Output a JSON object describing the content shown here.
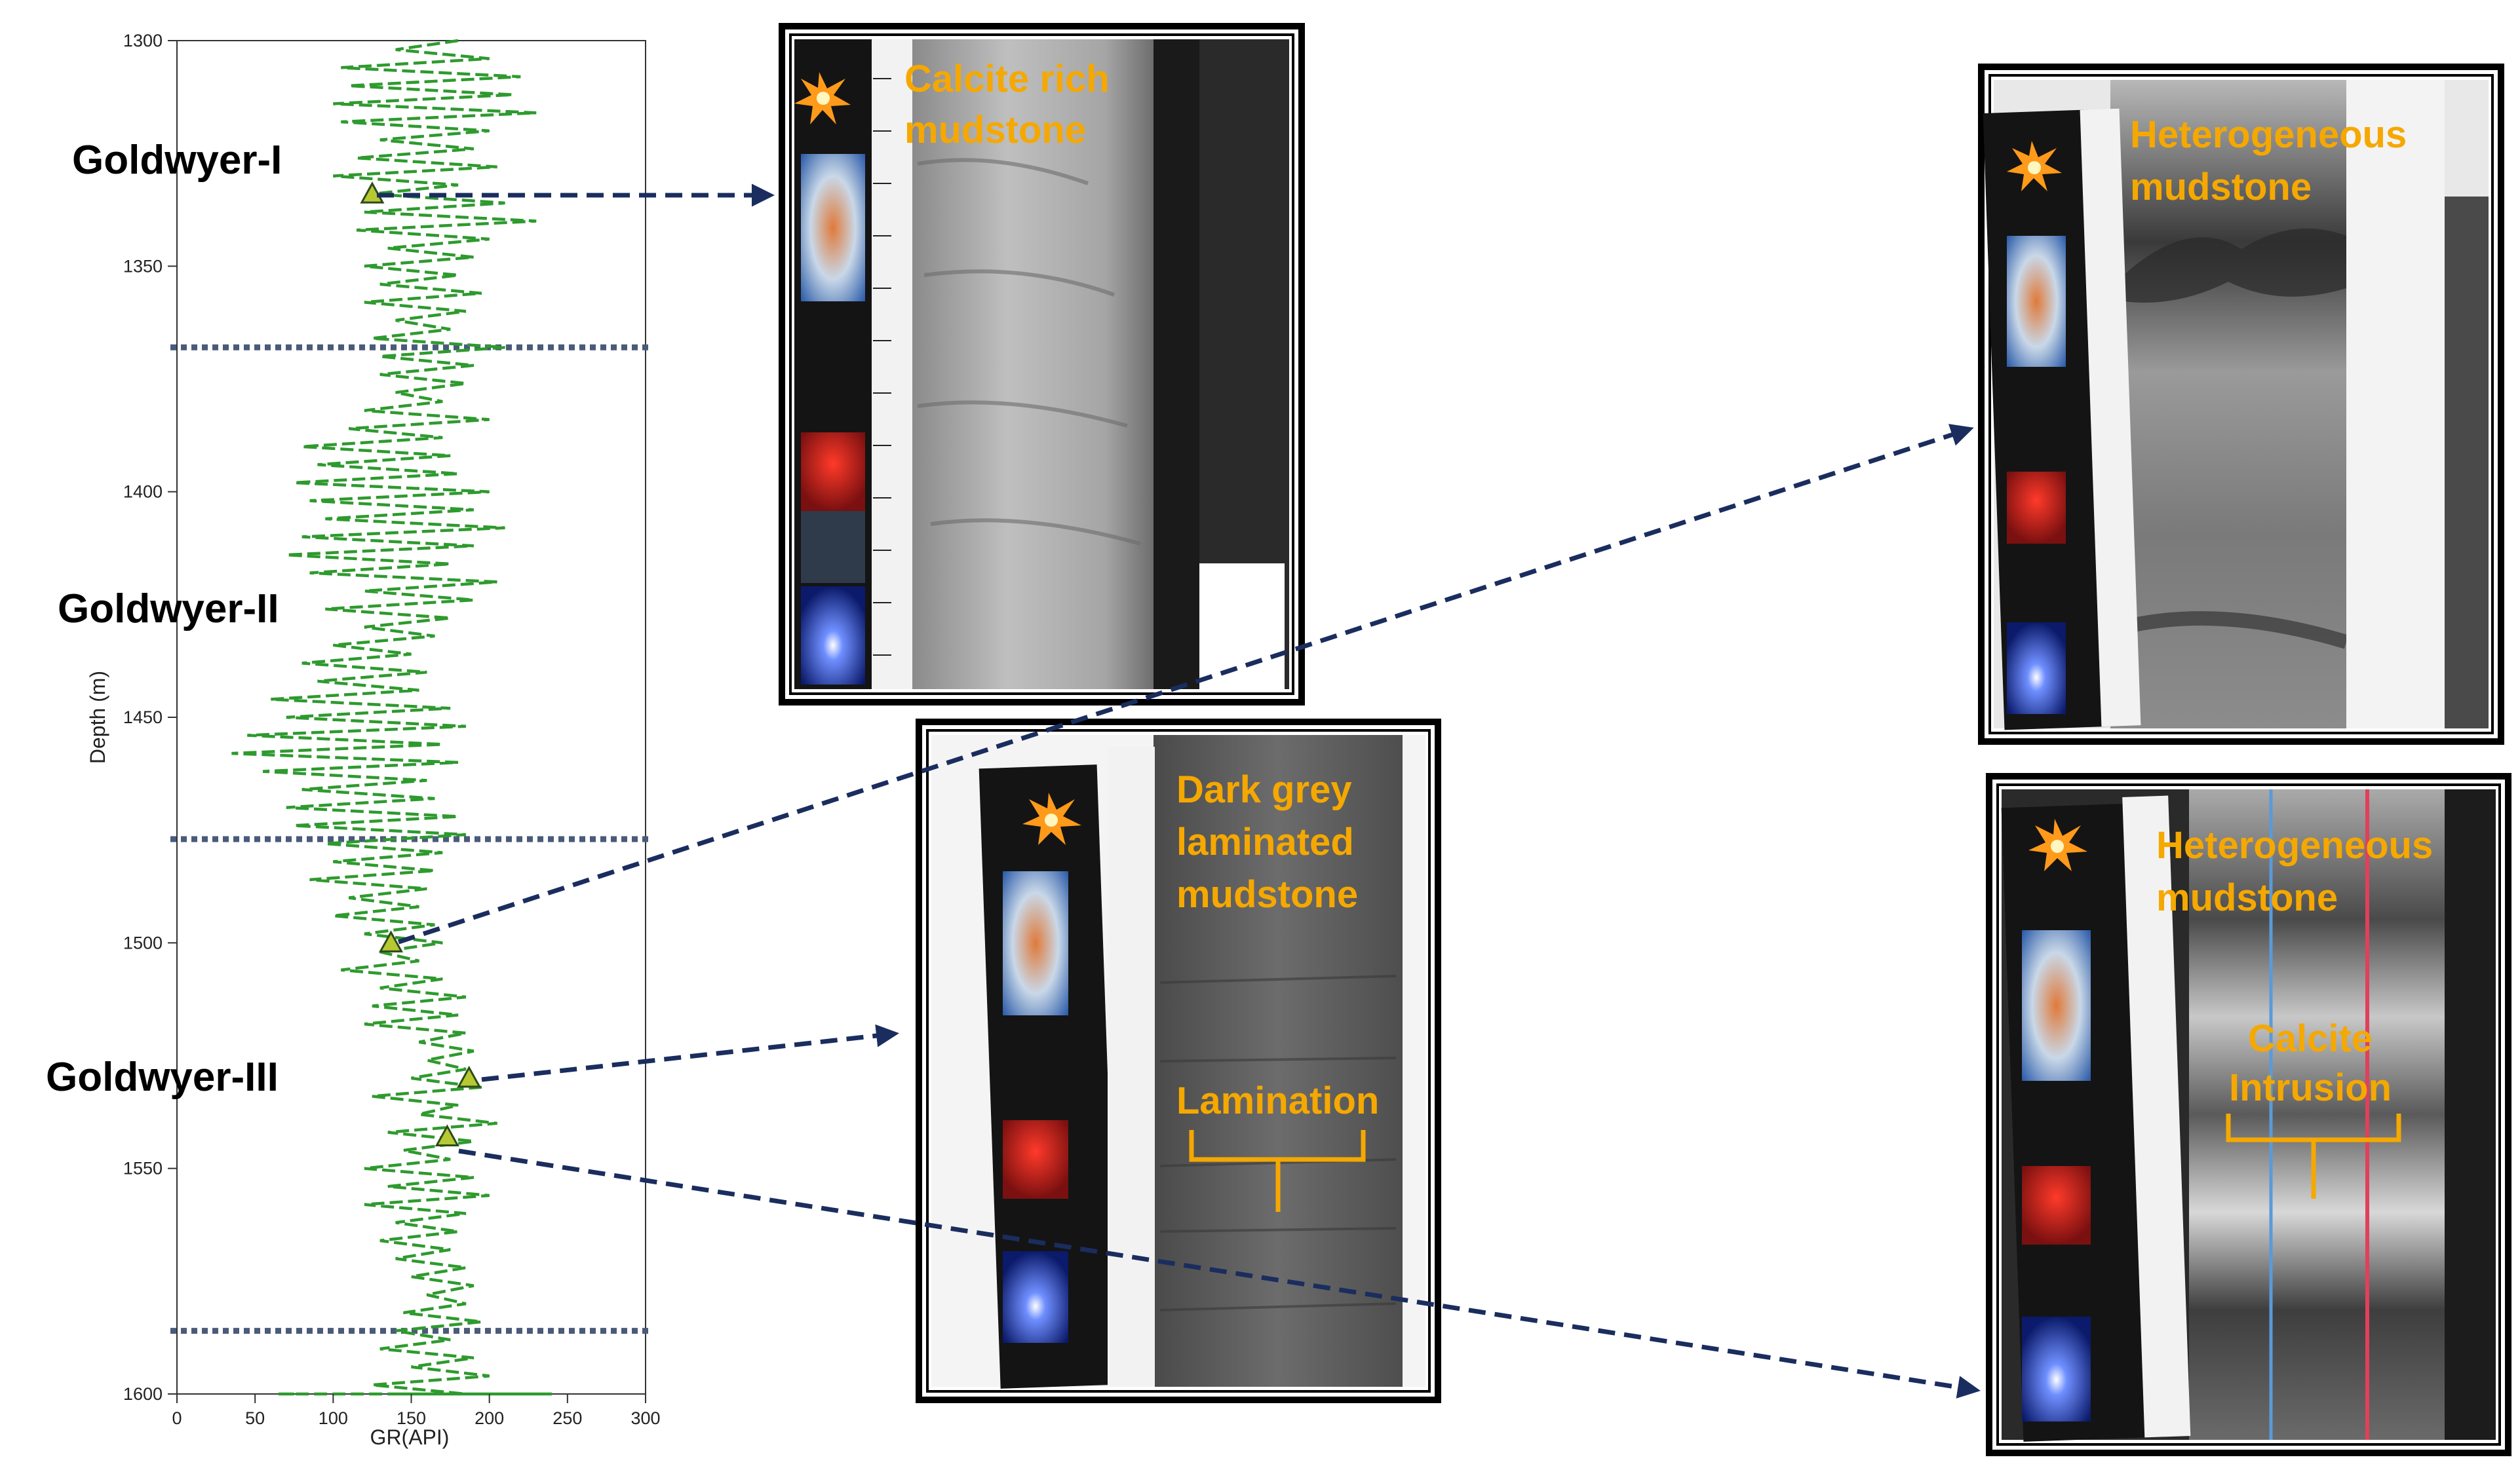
{
  "chart_data": {
    "type": "line",
    "xlabel": "GR(API)",
    "ylabel": "Depth (m)",
    "xlim": [
      0,
      300
    ],
    "ylim": [
      1300,
      1600
    ],
    "y_inverted": true,
    "x_ticks": [
      0,
      50,
      100,
      150,
      200,
      250,
      300
    ],
    "y_ticks": [
      1300,
      1350,
      1400,
      1450,
      1500,
      1550,
      1600
    ],
    "grid": false,
    "line_color": "#2e9a2e",
    "line_style": "dashed",
    "formation_boundaries": [
      1368,
      1477,
      1586
    ],
    "boundary_color": "#4a5a7a",
    "samples": [
      {
        "gr": 125,
        "depth": 1334
      },
      {
        "gr": 137,
        "depth": 1500
      },
      {
        "gr": 187,
        "depth": 1530
      },
      {
        "gr": 173,
        "depth": 1543
      }
    ],
    "series": [
      {
        "x": [
          180,
          140,
          200,
          105,
          220,
          110,
          215,
          100,
          230,
          105,
          200,
          130,
          190,
          115,
          205,
          100,
          180,
          125,
          210,
          120,
          230,
          115,
          200,
          135,
          190,
          120,
          180,
          130,
          195,
          120,
          185,
          140,
          175,
          125,
          210,
          130,
          190,
          130,
          185,
          140,
          170,
          120,
          200,
          110,
          170,
          80,
          175,
          90,
          180,
          75,
          200,
          85,
          190,
          95,
          210,
          80,
          190,
          70,
          175,
          85,
          205,
          120,
          190,
          95,
          175,
          120,
          165,
          100,
          150,
          80,
          160,
          90,
          155,
          60,
          175,
          70,
          185,
          45,
          170,
          35,
          180,
          55,
          160,
          80,
          165,
          70,
          180,
          75,
          185,
          95,
          170,
          100,
          165,
          85,
          160,
          110,
          155,
          100,
          165,
          120,
          170,
          130,
          155,
          105,
          170,
          130,
          185,
          125,
          180,
          120,
          185,
          155,
          190,
          160,
          185,
          150,
          195,
          125,
          180,
          155,
          205,
          135,
          190,
          145,
          175,
          120,
          190,
          135,
          200,
          120,
          185,
          140,
          180,
          130,
          175,
          140,
          185,
          150,
          190,
          160,
          185,
          145,
          195,
          140,
          175,
          130,
          190,
          150,
          200,
          125,
          185,
          165,
          190,
          160,
          240,
          150,
          205,
          140,
          190,
          150,
          180,
          160,
          195,
          165,
          170,
          140,
          180,
          155,
          195,
          150,
          210,
          165,
          190,
          155,
          185,
          170,
          200,
          175,
          190,
          160,
          70,
          75,
          65,
          70
        ],
        "y": [
          1300,
          1302,
          1304,
          1306,
          1308,
          1310,
          1312,
          1314,
          1316,
          1318,
          1320,
          1322,
          1324,
          1326,
          1328,
          1330,
          1332,
          1334,
          1336,
          1338,
          1340,
          1342,
          1344,
          1346,
          1348,
          1350,
          1352,
          1354,
          1356,
          1358,
          1360,
          1362,
          1364,
          1366,
          1368,
          1370,
          1372,
          1374,
          1376,
          1378,
          1380,
          1382,
          1384,
          1386,
          1388,
          1390,
          1392,
          1394,
          1396,
          1398,
          1400,
          1402,
          1404,
          1406,
          1408,
          1410,
          1412,
          1414,
          1416,
          1418,
          1420,
          1422,
          1424,
          1426,
          1428,
          1430,
          1432,
          1434,
          1436,
          1438,
          1440,
          1442,
          1444,
          1446,
          1448,
          1450,
          1452,
          1454,
          1456,
          1458,
          1460,
          1462,
          1464,
          1466,
          1468,
          1470,
          1472,
          1474,
          1476,
          1478,
          1480,
          1482,
          1484,
          1486,
          1488,
          1490,
          1492,
          1494,
          1496,
          1498,
          1500,
          1502,
          1504,
          1506,
          1508,
          1510,
          1512,
          1514,
          1516,
          1518,
          1520,
          1522,
          1524,
          1526,
          1528,
          1530,
          1532,
          1534,
          1536,
          1538,
          1540,
          1542,
          1544,
          1546,
          1548,
          1550,
          1552,
          1554,
          1556,
          1558,
          1560,
          1562,
          1564,
          1566,
          1568,
          1570,
          1572,
          1574,
          1576,
          1578,
          1580,
          1582,
          1584,
          1586,
          1588,
          1590,
          1592,
          1594,
          1596,
          1598,
          1600,
          1600,
          1600,
          1600,
          1600,
          1600,
          1600,
          1600,
          1600,
          1600,
          1600,
          1600,
          1600,
          1600,
          1600,
          1600,
          1600,
          1600,
          1600,
          1600,
          1600,
          1600,
          1600,
          1600,
          1600,
          1600,
          1600,
          1600,
          1600,
          1600,
          1600,
          1600,
          1600,
          1600
        ]
      }
    ]
  },
  "formations": [
    "Goldwyer-I",
    "Goldwyer-II",
    "Goldwyer-III"
  ],
  "cores": [
    {
      "id": "core1",
      "lines": [
        "Calcite rich",
        "mudstone"
      ]
    },
    {
      "id": "core2",
      "lines": [
        "Heterogeneous",
        "mudstone"
      ]
    },
    {
      "id": "core3",
      "lines": [
        "Dark grey",
        "laminated",
        "mudstone"
      ],
      "annotation": "Lamination"
    },
    {
      "id": "core4",
      "lines": [
        "Heterogeneous",
        "mudstone"
      ],
      "annotation_lines": [
        "Calcite",
        "Intrusion"
      ]
    }
  ],
  "colors": {
    "core_label": "#f5a800",
    "arrow": "#1a2d5e",
    "frame": "#000000"
  }
}
